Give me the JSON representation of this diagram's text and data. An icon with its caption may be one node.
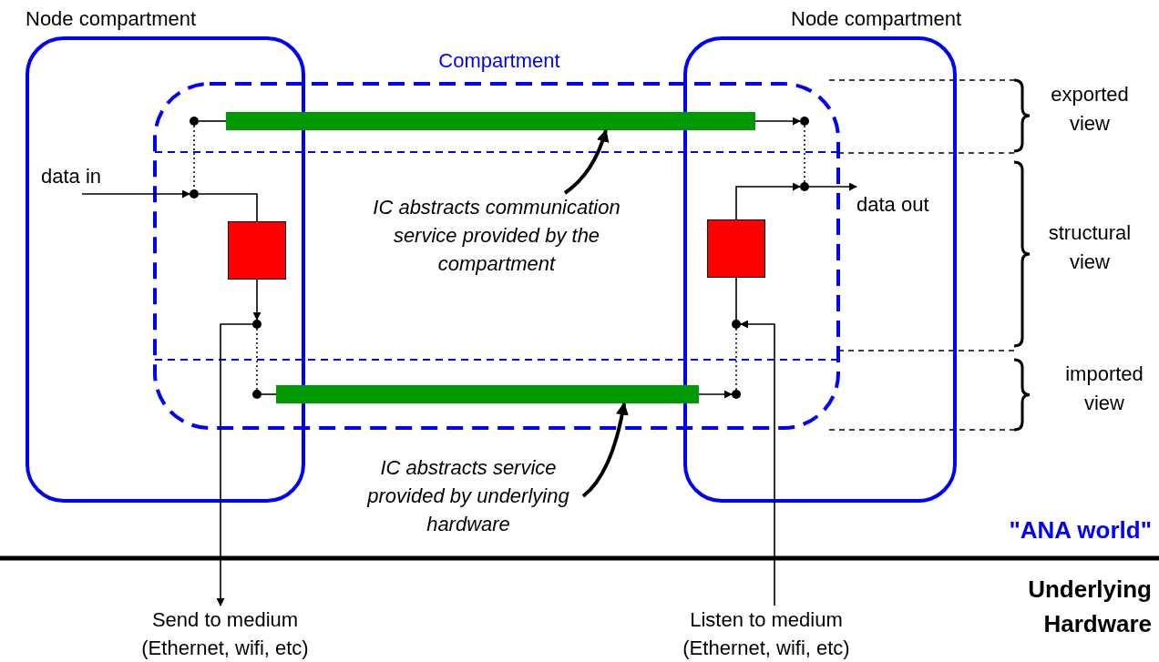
{
  "diagram": {
    "nodes": [
      {
        "text": [
          "Node compartment"
        ]
      },
      {
        "text": [
          "Node compartment"
        ]
      },
      {
        "text": [
          "Compartment"
        ]
      },
      {
        "text": [],
        "shape": "bar",
        "in": 2
      },
      {
        "text": [],
        "shape": "bar",
        "in": 2
      },
      {
        "text": [],
        "shape": "box"
      },
      {
        "text": [],
        "shape": "box"
      },
      {
        "text": [],
        "shape": "circle"
      },
      {
        "text": [],
        "shape": "circle"
      },
      {
        "text": [],
        "shape": "circle"
      },
      {
        "text": [],
        "shape": "circle"
      },
      {
        "text": [],
        "shape": "circle"
      },
      {
        "text": [],
        "shape": "circle"
      },
      {
        "text": [],
        "shape": "circle"
      },
      {
        "text": [],
        "shape": "circle"
      },
      {
        "text": [
          "data in"
        ],
        "in": 0
      },
      {
        "text": [
          "data out"
        ],
        "in": 1
      },
      {
        "text": [
          "IC abstracts communication service provided by the compartment"
        ],
        "in": 2
      },
      {
        "text": [
          "IC abstracts service provided by underlying hardware"
        ]
      },
      {
        "text": [
          "Send to medium (Ethernet, wifi, etc)"
        ]
      },
      {
        "text": [
          "Listen to medium (Ethernet, wifi, etc)"
        ]
      }
    ],
    "edges": [
      {
        "from": 7,
        "to": 3,
        "arrow": "none"
      },
      {
        "from": 3,
        "to": 11,
        "arrow": "to"
      },
      {
        "from": 7,
        "to": 8,
        "arrow": "none",
        "style": "dashed"
      },
      {
        "from": 15,
        "to": 8,
        "arrow": "to"
      },
      {
        "from": 8,
        "to": 5,
        "arrow": "none"
      },
      {
        "from": 5,
        "to": 9,
        "arrow": "to"
      },
      {
        "from": 9,
        "to": 19,
        "arrow": "to"
      },
      {
        "from": 9,
        "to": 10,
        "arrow": "none",
        "style": "dashed"
      },
      {
        "from": 10,
        "to": 4,
        "arrow": "none"
      },
      {
        "from": 4,
        "to": 14,
        "arrow": "to"
      },
      {
        "from": 14,
        "to": 13,
        "arrow": "none",
        "style": "dashed"
      },
      {
        "from": 20,
        "to": 13,
        "arrow": "to"
      },
      {
        "from": 6,
        "to": 13,
        "arrow": "none"
      },
      {
        "from": 6,
        "to": 12,
        "arrow": "to"
      },
      {
        "from": 12,
        "to": 16,
        "arrow": "to"
      },
      {
        "from": 11,
        "to": 12,
        "arrow": "none",
        "style": "dashed"
      },
      {
        "from": 17,
        "to": 3,
        "arrow": "to",
        "style": "thick"
      },
      {
        "from": 18,
        "to": 4,
        "arrow": "to",
        "style": "thick"
      }
    ],
    "labels": [
      "exported view",
      "structural view",
      "imported view",
      "\"ANA world\"",
      "Underlying Hardware"
    ]
  }
}
